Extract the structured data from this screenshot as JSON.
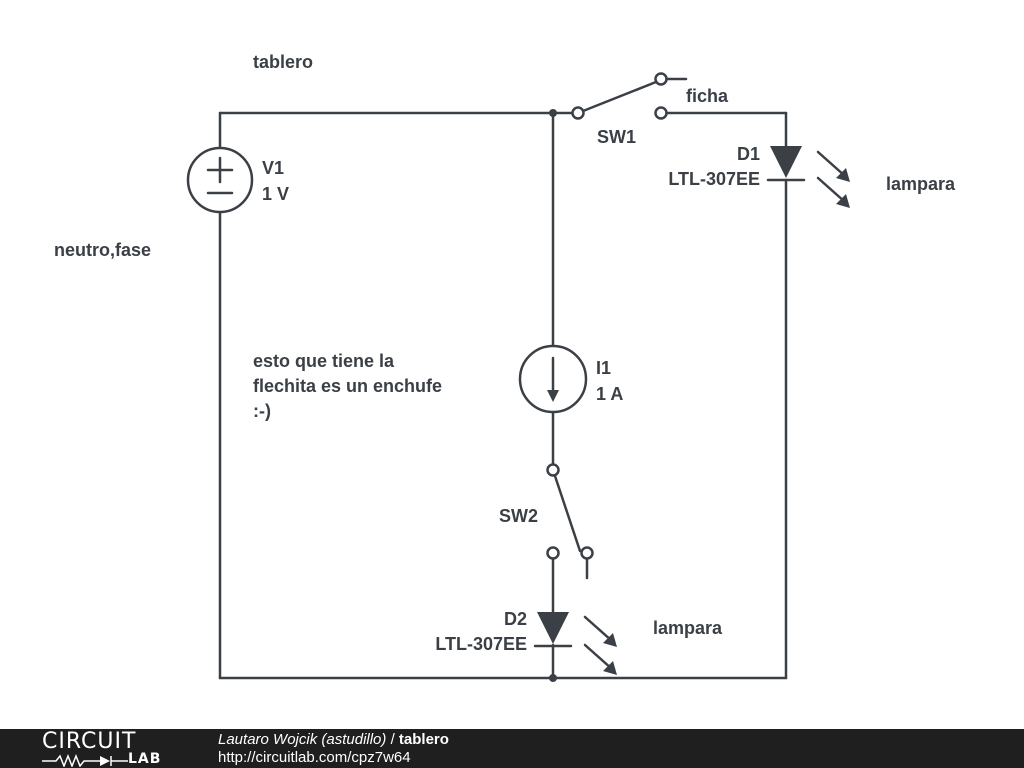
{
  "diagram": {
    "title": "tablero",
    "notes": {
      "neutral_phase": "neutro,fase",
      "plug_comment": [
        "esto que tiene la",
        "flechita es un enchufe",
        ":-)"
      ],
      "plug_label": "ficha",
      "lamp_top": "lampara",
      "lamp_bottom": "lampara"
    },
    "components": {
      "v1": {
        "name": "V1",
        "value": "1 V"
      },
      "i1": {
        "name": "I1",
        "value": "1 A"
      },
      "sw1": {
        "name": "SW1"
      },
      "sw2": {
        "name": "SW2"
      },
      "d1": {
        "name": "D1",
        "part": "LTL-307EE"
      },
      "d2": {
        "name": "D2",
        "part": "LTL-307EE"
      }
    },
    "colors": {
      "wire": "#3b4047",
      "footer_bg": "#1f1f1f"
    }
  },
  "footer": {
    "logo_top": "CIRCUIT",
    "logo_bottom": "LAB",
    "author": "Lautaro Wojcik (astudillo)",
    "separator": " / ",
    "title": "tablero",
    "url": "http://circuitlab.com/cpz7w64"
  }
}
